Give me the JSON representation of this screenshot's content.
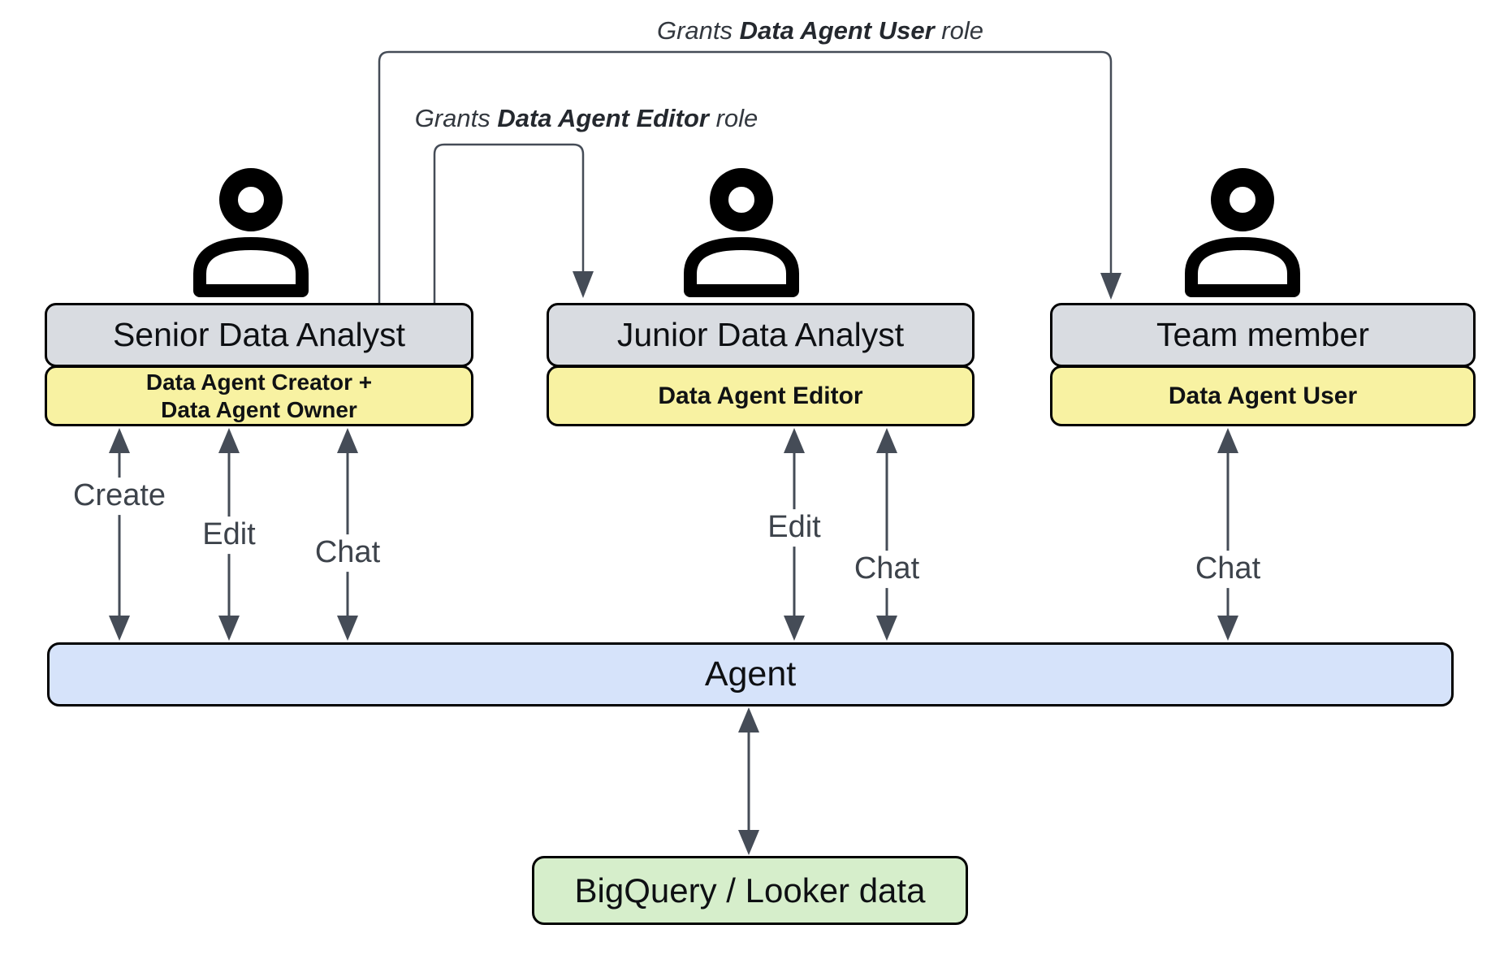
{
  "grants": [
    {
      "prefix": "Grants ",
      "role": "Data Agent User",
      "suffix": " role"
    },
    {
      "prefix": "Grants ",
      "role": "Data Agent Editor",
      "suffix": " role"
    }
  ],
  "actors": [
    {
      "title": "Senior Data Analyst",
      "role_lines": [
        "Data Agent Creator +",
        "Data Agent Owner"
      ],
      "actions": [
        "Create",
        "Edit",
        "Chat"
      ]
    },
    {
      "title": "Junior Data Analyst",
      "role_lines": [
        "Data Agent Editor"
      ],
      "actions": [
        "Edit",
        "Chat"
      ]
    },
    {
      "title": "Team member",
      "role_lines": [
        "Data Agent User"
      ],
      "actions": [
        "Chat"
      ]
    }
  ],
  "agent": {
    "label": "Agent"
  },
  "datasource": {
    "label": "BigQuery / Looker data"
  },
  "colors": {
    "actor_fill": "#d9dce1",
    "role_fill": "#f8f2a2",
    "agent_fill": "#d6e3fa",
    "datasource_fill": "#d6eecb",
    "connector": "#454c57"
  }
}
